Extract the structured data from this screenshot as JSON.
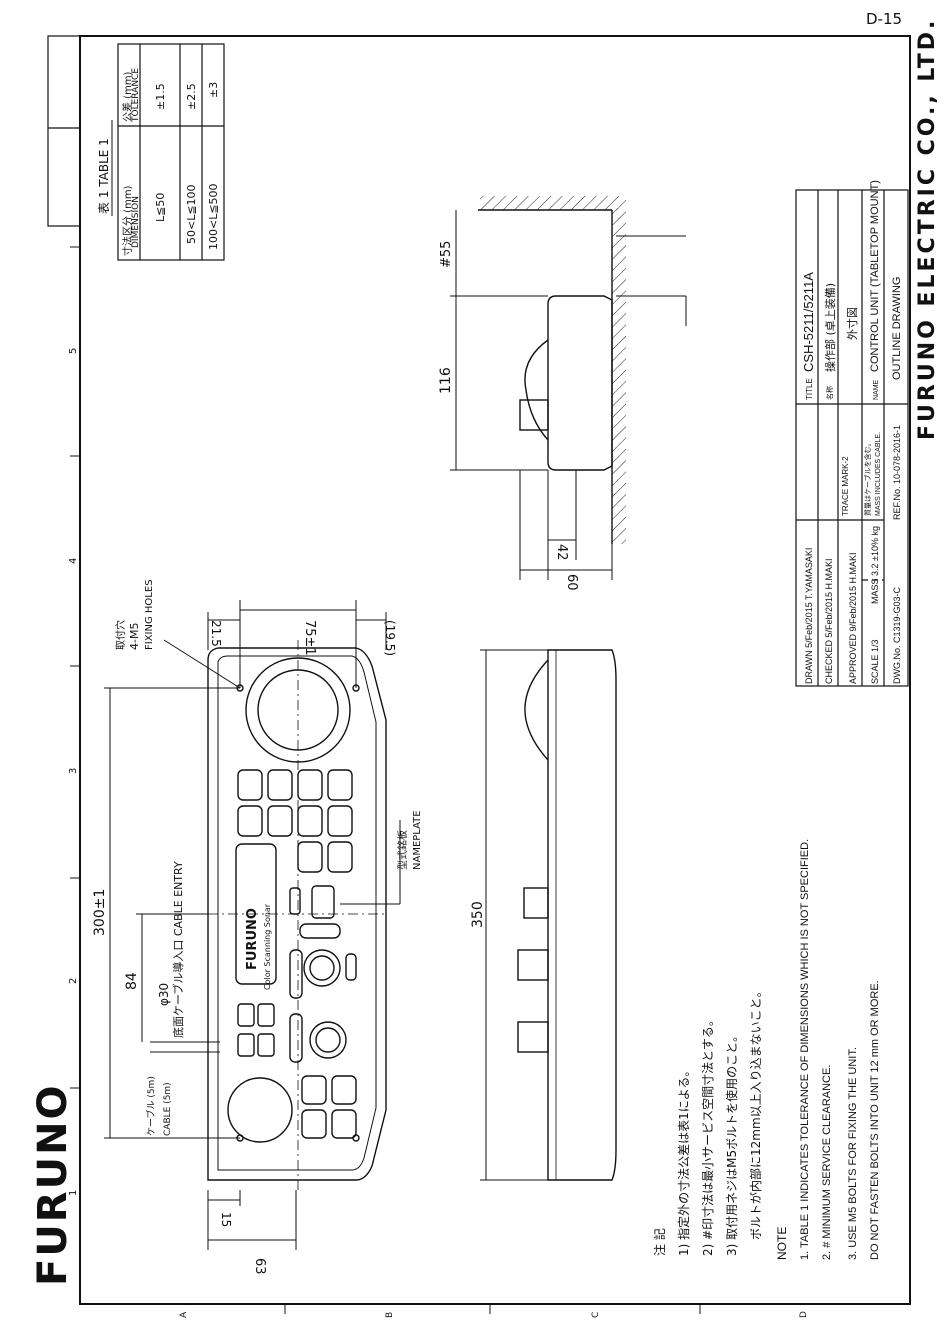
{
  "page_number": "D-15",
  "logo": "FURUNO",
  "company": "FURUNO ELECTRIC CO., LTD.",
  "grid": {
    "numbers": [
      "1",
      "2",
      "3",
      "4",
      "5"
    ],
    "letters": [
      "A",
      "B",
      "C",
      "D"
    ]
  },
  "table1": {
    "title": "表 1 TABLE 1",
    "col1_header_jp": "寸法区分 (mm)",
    "col1_header_en": "DIMENSION",
    "col2_header_jp": "公差 (mm)",
    "col2_header_en": "TOLERANCE",
    "rows": [
      {
        "range": "L≦50",
        "tol": "±1.5"
      },
      {
        "range": "50<L≦100",
        "tol": "±2.5"
      },
      {
        "range": "100<L≦500",
        "tol": "±3"
      }
    ]
  },
  "dimensions": {
    "d300": "300±1",
    "d84": "84",
    "d30": "φ30",
    "d63": "63",
    "d15": "15",
    "d21_5": "21.5",
    "d75": "75±1",
    "d19_5": "(19.5)",
    "d350": "350",
    "d116": "116",
    "d55": "#55",
    "d42": "42",
    "d60": "60"
  },
  "labels": {
    "cable_jp": "ケーブル (5m)",
    "cable_en": "CABLE (5m)",
    "cable_entry": "底面ケーブル導入口 CABLE ENTRY",
    "fixing_jp": "取付穴",
    "fixing_m5": "4-M5",
    "fixing_en": "FIXING HOLES",
    "nameplate_jp": "型式銘板",
    "nameplate_en": "NAMEPLATE",
    "unit_brand": "FURUNO",
    "unit_model": "Color Scanning Sonar"
  },
  "notes_jp": {
    "title": "注 記",
    "items": [
      "1) 指定外の寸法公差は表1による。",
      "2) #印寸法は最小サービス空間寸法とする。",
      "3) 取付用ネジはM5ボルトを使用のこと。",
      "ボルトが内部に12mm以上入り込まないこと。"
    ]
  },
  "notes_en": {
    "title": "NOTE",
    "items": [
      "1.  TABLE 1 INDICATES TOLERANCE OF DIMENSIONS WHICH IS NOT SPECIFIED.",
      "2.  # MINIMUM SERVICE CLEARANCE.",
      "3.  USE M5 BOLTS FOR FIXING THE UNIT.",
      "DO NOT FASTEN BOLTS INTO UNIT 12 mm OR MORE."
    ]
  },
  "title_block": {
    "drawn": "DRAWN  5/Feb/2015  T.YAMASAKI",
    "checked": "CHECKED  5/Feb/2015  H.MAKI",
    "approved": "APPROVED  9/Feb/2015  H.MAKI",
    "scale": "SCALE  1/3",
    "mass": "MASS  3.2 ±10% kg",
    "dwg": "DWG.No.  C1319-G03-C",
    "ref": "REF.No.  10-078-2016-1",
    "trace": "TRACE  MARK-2",
    "mass_note_jp": "質量はケーブルを含む。",
    "mass_note_en": "MASS INCLUDES CABLE.",
    "title_label": "TITLE",
    "title": "CSH-5211/5211A",
    "name_jp_label": "名称",
    "name_jp": "操作部 (卓上装備)",
    "name_jp2": "外寸図",
    "name_label": "NAME",
    "name_en": "CONTROL UNIT (TABLETOP MOUNT)",
    "name_en2": "OUTLINE DRAWING"
  },
  "colors": {
    "ink": "#111111",
    "paper": "#ffffff"
  }
}
